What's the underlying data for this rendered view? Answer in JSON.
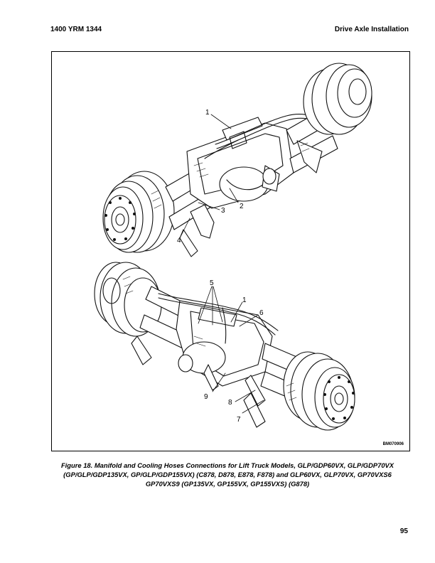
{
  "header": {
    "doc_number": "1400 YRM 1344",
    "section_title": "Drive Axle Installation"
  },
  "figure": {
    "code": "BM070906",
    "callouts_top": [
      "1",
      "2",
      "3",
      "4"
    ],
    "callouts_bottom": [
      "5",
      "1",
      "6",
      "9",
      "8",
      "7"
    ],
    "caption_lines": [
      "Figure 18. Manifold and Cooling Hoses Connections for Lift Truck Models, GLP/GDP60VX, GLP/GDP70VX",
      "(GP/GLP/GDP135VX, GP/GLP/GDP155VX) (C878, D878, E878, F878) and GLP60VX, GLP70VX, GP70VXS6",
      "GP70VXS9 (GP135VX, GP155VX, GP155VXS) (G878)"
    ]
  },
  "page_number": "95"
}
